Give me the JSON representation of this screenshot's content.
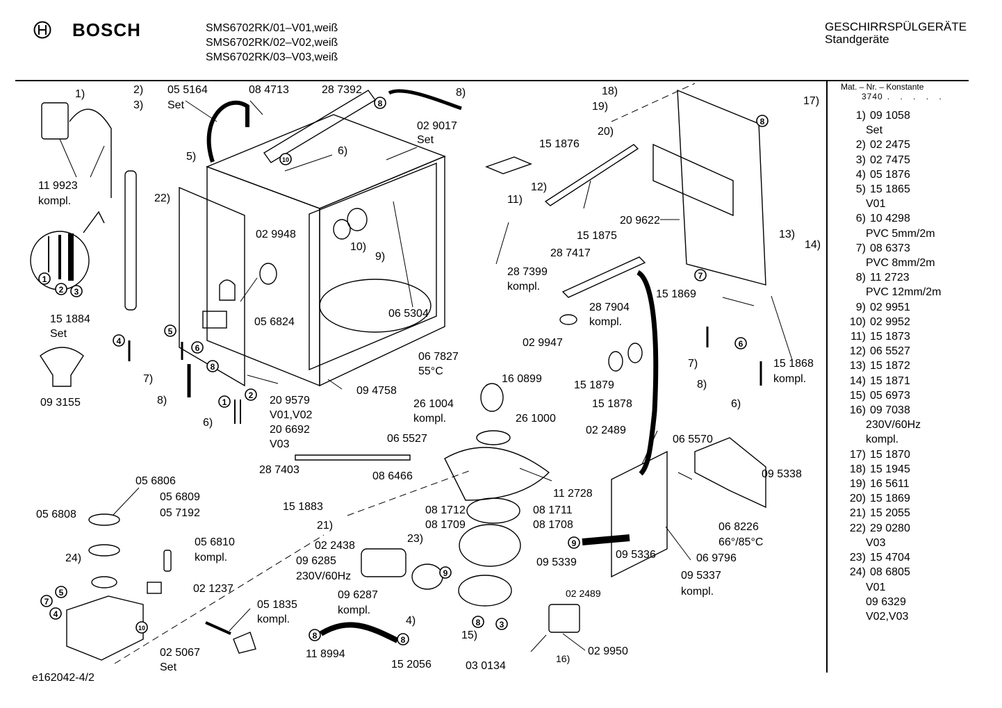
{
  "header": {
    "brand": "BOSCH",
    "models": [
      "SMS6702RK/01–V01,weiß",
      "SMS6702RK/02–V02,weiß",
      "SMS6702RK/03–V03,weiß"
    ],
    "category": "GESCHIRRSPÜLGERÄTE",
    "subcategory": "Standgeräte"
  },
  "parts_panel": {
    "title": "Mat. – Nr. – Konstante",
    "constant": "3740",
    "constant_dots": ". . . . .",
    "parts": [
      {
        "idx": "1)",
        "num": "09 1058",
        "sub": [
          "Set"
        ]
      },
      {
        "idx": "2)",
        "num": "02 2475",
        "sub": []
      },
      {
        "idx": "3)",
        "num": "02 7475",
        "sub": []
      },
      {
        "idx": "4)",
        "num": "05 1876",
        "sub": []
      },
      {
        "idx": "5)",
        "num": "15 1865",
        "sub": [
          "V01"
        ]
      },
      {
        "idx": "6)",
        "num": "10 4298",
        "sub": [
          "PVC 5mm/2m"
        ]
      },
      {
        "idx": "7)",
        "num": "08 6373",
        "sub": [
          "PVC 8mm/2m"
        ]
      },
      {
        "idx": "8)",
        "num": "11 2723",
        "sub": [
          "PVC 12mm/2m"
        ]
      },
      {
        "idx": "9)",
        "num": "02 9951",
        "sub": []
      },
      {
        "idx": "10)",
        "num": "02 9952",
        "sub": []
      },
      {
        "idx": "11)",
        "num": "15 1873",
        "sub": []
      },
      {
        "idx": "12)",
        "num": "06 5527",
        "sub": []
      },
      {
        "idx": "13)",
        "num": "15 1872",
        "sub": []
      },
      {
        "idx": "14)",
        "num": "15 1871",
        "sub": []
      },
      {
        "idx": "15)",
        "num": "05 6973",
        "sub": []
      },
      {
        "idx": "16)",
        "num": "09 7038",
        "sub": [
          "230V/60Hz",
          "kompl."
        ]
      },
      {
        "idx": "17)",
        "num": "15 1870",
        "sub": []
      },
      {
        "idx": "18)",
        "num": "15 1945",
        "sub": []
      },
      {
        "idx": "19)",
        "num": "16 5611",
        "sub": []
      },
      {
        "idx": "20)",
        "num": "15 1869",
        "sub": []
      },
      {
        "idx": "21)",
        "num": "15 2055",
        "sub": []
      },
      {
        "idx": "22)",
        "num": "29 0280",
        "sub": [
          "V03"
        ]
      },
      {
        "idx": "23)",
        "num": "15 4704",
        "sub": []
      },
      {
        "idx": "24)",
        "num": "08 6805",
        "sub": [
          "V01",
          "09 6329",
          "V02,V03"
        ]
      }
    ]
  },
  "labels": {
    "l_1": "1)",
    "l_2": "2)",
    "l_3": "3)",
    "l_055164": "05 5164",
    "l_set_a": "Set",
    "l_084713": "08 4713",
    "l_287392": "28 7392",
    "l_8_top": "8)",
    "l_029017": "02 9017",
    "l_set_b": "Set",
    "l_6_top": "6)",
    "l_5": "5)",
    "l_119923": "11 9923",
    "l_kompl_a": "kompl.",
    "l_22": "22)",
    "l_029948": "02 9948",
    "l_10": "10)",
    "l_9": "9)",
    "l_151884": "15 1884",
    "l_set_c": "Set",
    "l_056824": "05 6824",
    "l_065304": "06 5304",
    "l_7_left": "7)",
    "l_093155": "09 3155",
    "l_8_left": "8)",
    "l_6_left": "6)",
    "l_209579": "20 9579",
    "l_v01v02": "V01,V02",
    "l_206692": "20 6692",
    "l_v03": "V03",
    "l_094758": "09 4758",
    "l_067827": "06 7827",
    "l_55c": "55°C",
    "l_18": "18)",
    "l_19": "19)",
    "l_20": "20)",
    "l_17": "17)",
    "l_151876": "15 1876",
    "l_12": "12)",
    "l_11": "11)",
    "l_151875": "15 1875",
    "l_209622": "20 9622",
    "l_287417": "28 7417",
    "l_287399": "28 7399",
    "l_kompl_b": "kompl.",
    "l_13": "13)",
    "l_14": "14)",
    "l_151869": "15 1869",
    "l_287904": "28 7904",
    "l_kompl_c": "kompl.",
    "l_029947": "02 9947",
    "l_7_right": "7)",
    "l_151868": "15 1868",
    "l_kompl_d": "kompl.",
    "l_8_right": "8)",
    "l_151879": "15 1879",
    "l_151878": "15 1878",
    "l_6_right": "6)",
    "l_160899": "16 0899",
    "l_261004": "26 1004",
    "l_kompl_e": "kompl.",
    "l_261000": "26 1000",
    "l_065527": "06 5527",
    "l_022489_a": "02 2489",
    "l_065570": "06 5570",
    "l_287403": "28 7403",
    "l_086466": "08 6466",
    "l_112728": "11 2728",
    "l_095338": "09 5338",
    "l_151883": "15 1883",
    "l_081712": "08 1712",
    "l_081711": "08 1711",
    "l_21": "21)",
    "l_081709": "08 1709",
    "l_081708": "08 1708",
    "l_068226": "06 8226",
    "l_66_85": "66°/85°C",
    "l_056806": "05 6806",
    "l_056809": "05 6809",
    "l_057192": "05 7192",
    "l_056808": "05 6808",
    "l_056810": "05 6810",
    "l_kompl_f": "kompl.",
    "l_24": "24)",
    "l_022438": "02 2438",
    "l_23": "23)",
    "l_095336": "09 5336",
    "l_069796": "06 9796",
    "l_096285": "09 6285",
    "l_230v": "230V/60Hz",
    "l_095339": "09 5339",
    "l_021237": "02 1237",
    "l_096287": "09 6287",
    "l_kompl_g": "kompl.",
    "l_022489_b": "02 2489",
    "l_095337": "09 5337",
    "l_kompl_h": "kompl.",
    "l_051835": "05 1835",
    "l_kompl_i": "kompl.",
    "l_4_mid": "4)",
    "l_15": "15)",
    "l_029950": "02 9950",
    "l_025067": "02 5067",
    "l_set_d": "Set",
    "l_118994": "11 8994",
    "l_152056": "15 2056",
    "l_030134": "03 0134",
    "l_16": "16)"
  },
  "markers": {
    "m_8a": "8",
    "m_10a": "10",
    "m_8b": "8",
    "m_5": "5",
    "m_6a": "6",
    "m_8c": "8",
    "m_1a": "1",
    "m_2a": "2",
    "m_4a": "4",
    "m_7": "7",
    "m_6b": "6",
    "m_9a": "9",
    "m_9b": "9",
    "m_8d": "8",
    "m_3": "3",
    "m_5b": "5",
    "m_7b": "7",
    "m_4b": "4",
    "m_10b": "10",
    "m_8e": "8",
    "m_8f": "8",
    "m_1b": "1",
    "m_2b": "2",
    "m_3b": "3"
  },
  "footer": {
    "code": "e162042-4/2"
  }
}
